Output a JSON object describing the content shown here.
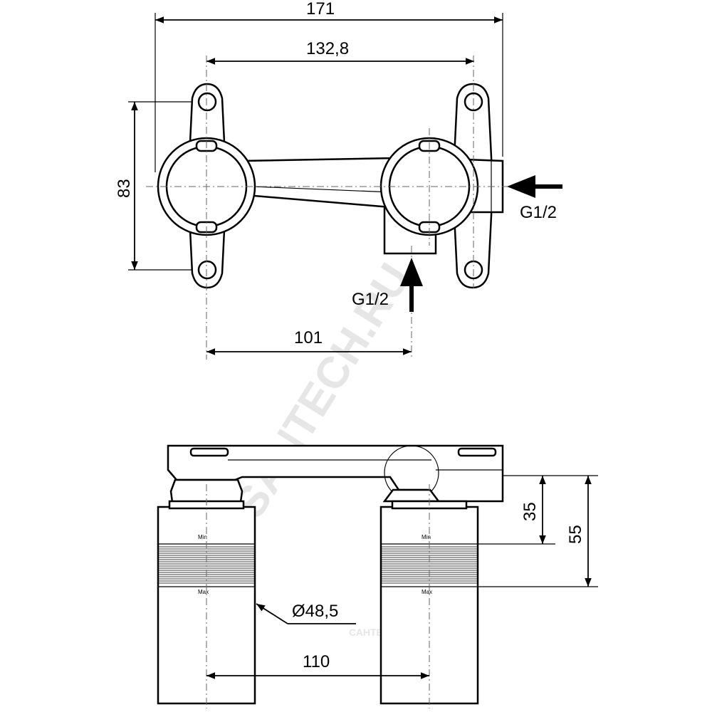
{
  "top_view": {
    "dim_total_width": "171",
    "dim_mount_width": "132,8",
    "dim_height": "83",
    "dim_outlet_spacing": "101",
    "thread_side": "G1/2",
    "thread_bottom": "G1/2"
  },
  "front_view": {
    "dim_35": "35",
    "dim_55": "55",
    "dim_diameter": "Ø48,5",
    "dim_spacing": "110",
    "min_mark": "Min",
    "max_mark": "Max"
  },
  "watermark": {
    "main": "SANTECH.RU",
    "corner": "САНТЕХКОМПЛЕКТ"
  }
}
